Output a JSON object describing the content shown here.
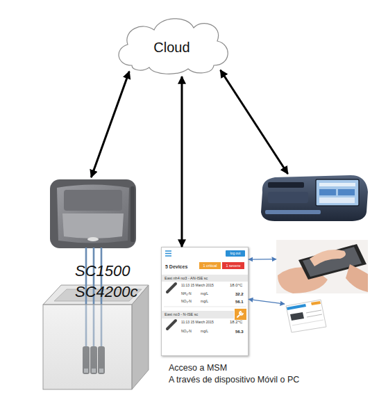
{
  "diagram": {
    "nodes": [
      {
        "text": [
          "Cloud"
        ]
      },
      {
        "text": [
          "SC1500",
          "SC4200c"
        ]
      },
      {},
      {},
      {
        "text": [
          "5 Devices",
          "11:13 15 March 2015",
          "18.0°C",
          "NH₄-N",
          "mg/L",
          "32.2",
          "NO₃-N",
          "mg/L",
          "56.1",
          "11:13 15 March 2015",
          "18.2°C",
          "NO₃-N",
          "mg/L",
          "56.3"
        ]
      },
      {
        "text": [
          "log out"
        ],
        "in": 4
      },
      {
        "text": [
          "1 critical"
        ],
        "in": 4
      },
      {
        "text": [
          "1 severe"
        ],
        "in": 4
      },
      {
        "text": [
          "East nh4 no3 - AN-ISE sc"
        ],
        "in": 4
      },
      {
        "text": [
          "East no3 - N-ISE sc"
        ],
        "in": 4
      },
      {}
    ],
    "edges": [
      {
        "from": 0,
        "to": 1,
        "arrow": "both"
      },
      {
        "from": 0,
        "to": 4,
        "arrow": "both"
      },
      {
        "from": 0,
        "to": 2,
        "arrow": "both"
      },
      {
        "from": 4,
        "to": 3,
        "arrow": "both"
      },
      {
        "from": 4,
        "to": 10,
        "arrow": "both"
      }
    ],
    "labels": [
      "Acceso a MSM",
      "A través de dispositivo Móvil o PC"
    ]
  }
}
